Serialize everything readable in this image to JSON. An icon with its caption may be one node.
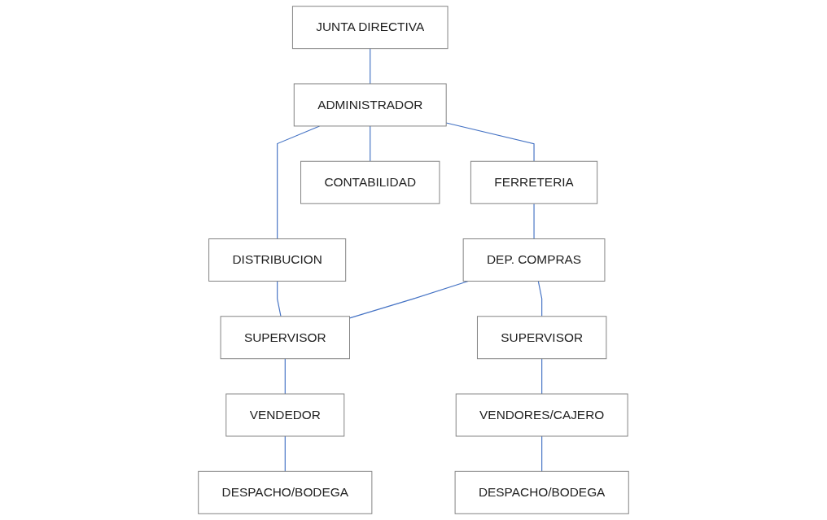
{
  "diagram": {
    "nodes": [
      {
        "text": [
          "JUNTA DIRECTIVA"
        ]
      },
      {
        "text": [
          "ADMINISTRADOR"
        ]
      },
      {
        "text": [
          "FERRETERIA"
        ]
      },
      {
        "text": [
          "DISTRIBUCION"
        ]
      },
      {
        "text": [
          "CONTABILIDAD"
        ]
      },
      {
        "text": [
          "DEP. COMPRAS"
        ]
      },
      {
        "text": [
          "SUPERVISOR"
        ]
      },
      {
        "text": [
          "SUPERVISOR"
        ]
      },
      {
        "text": [
          "VENDORES/CAJERO"
        ]
      },
      {
        "text": [
          "VENDEDOR"
        ]
      },
      {
        "text": [
          "DESPACHO/BODEGA"
        ]
      },
      {
        "text": [
          "DESPACHO/BODEGA"
        ]
      }
    ],
    "edges": [
      {
        "from": 0,
        "to": 1,
        "arrow": "none"
      },
      {
        "from": 1,
        "to": 2,
        "arrow": "none"
      },
      {
        "from": 1,
        "to": 3,
        "arrow": "none"
      },
      {
        "from": 1,
        "to": 4,
        "arrow": "none"
      },
      {
        "from": 2,
        "to": 5,
        "arrow": "none"
      },
      {
        "from": 3,
        "to": 6,
        "arrow": "none"
      },
      {
        "from": 5,
        "to": 6,
        "arrow": "none"
      },
      {
        "from": 5,
        "to": 7,
        "arrow": "none"
      },
      {
        "from": 7,
        "to": 8,
        "arrow": "none"
      },
      {
        "from": 6,
        "to": 9,
        "arrow": "none"
      },
      {
        "from": 9,
        "to": 10,
        "arrow": "none"
      },
      {
        "from": 8,
        "to": 11,
        "arrow": "none"
      }
    ]
  }
}
